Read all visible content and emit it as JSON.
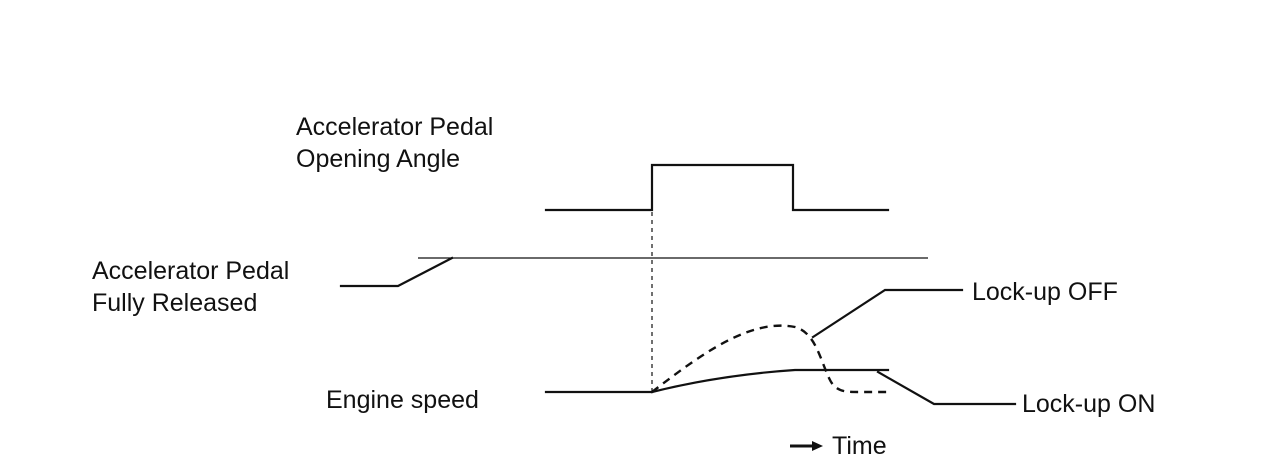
{
  "labels": {
    "pedal_opening_line1": "Accelerator Pedal",
    "pedal_opening_line2": "Opening Angle",
    "pedal_released_line1": "Accelerator Pedal",
    "pedal_released_line2": "Fully Released",
    "engine_speed": "Engine speed",
    "lockup_off": "Lock-up OFF",
    "lockup_on": "Lock-up ON",
    "time": "Time"
  },
  "icons": {
    "time_arrow": "right-arrow-icon"
  },
  "colors": {
    "line": "#111111",
    "background": "#ffffff"
  }
}
